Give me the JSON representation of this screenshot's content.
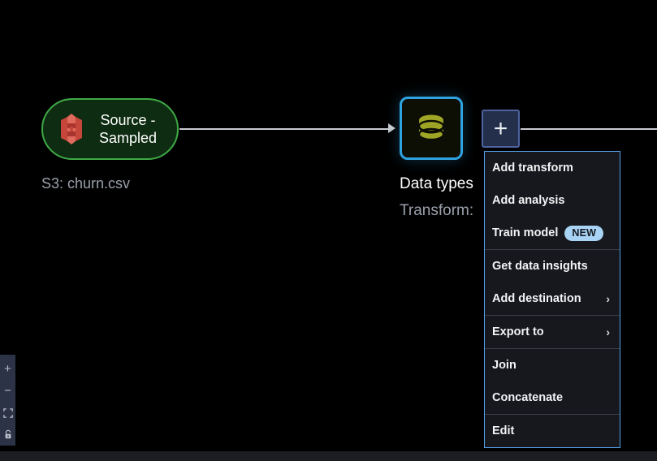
{
  "canvas": {
    "background_color": "#000000",
    "bottom_bar_color": "#1b1d23"
  },
  "view_controls": {
    "zoom_in": {
      "icon": "plus-icon",
      "glyph": "+"
    },
    "zoom_out": {
      "icon": "minus-icon",
      "glyph": "−"
    },
    "fit_screen": {
      "icon": "fit-screen-icon"
    },
    "lock": {
      "icon": "lock-open-icon"
    }
  },
  "nodes": {
    "source": {
      "label": "Source - Sampled",
      "caption": "S3: churn.csv",
      "icon": "s3-bucket-icon",
      "border_color": "#3faa46",
      "fill_color": "#0e2c11"
    },
    "data_types": {
      "title": "Data types",
      "subtitle": "Transform:",
      "icon": "database-stack-icon",
      "border_color": "#2ea3e0",
      "icon_color": "#9fa626"
    },
    "add_button": {
      "label": "+",
      "icon": "plus-icon",
      "border_color": "#4f63a0",
      "fill_color": "#232f4b"
    }
  },
  "context_menu": {
    "accent_color": "#539fe5",
    "background_color": "#16181d",
    "groups": [
      {
        "items": [
          {
            "label": "Add transform",
            "badge": null,
            "submenu": false
          },
          {
            "label": "Add analysis",
            "badge": null,
            "submenu": false
          },
          {
            "label": "Train model",
            "badge": "NEW",
            "submenu": false
          }
        ]
      },
      {
        "items": [
          {
            "label": "Get data insights",
            "badge": null,
            "submenu": false
          },
          {
            "label": "Add destination",
            "badge": null,
            "submenu": true
          }
        ]
      },
      {
        "items": [
          {
            "label": "Export to",
            "badge": null,
            "submenu": true
          }
        ]
      },
      {
        "items": [
          {
            "label": "Join",
            "badge": null,
            "submenu": false
          },
          {
            "label": "Concatenate",
            "badge": null,
            "submenu": false
          }
        ]
      },
      {
        "items": [
          {
            "label": "Edit",
            "badge": null,
            "submenu": false
          }
        ]
      }
    ]
  }
}
